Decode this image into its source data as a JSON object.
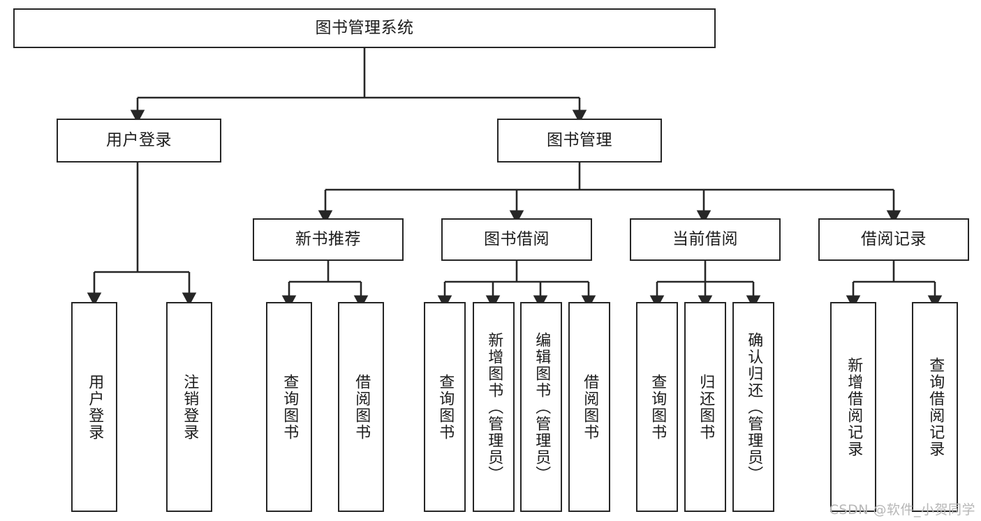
{
  "diagram": {
    "title": "图书管理系统",
    "type": "hierarchy-tree",
    "root": {
      "id": "root",
      "label": "图书管理系统"
    },
    "level2": [
      {
        "id": "user-login",
        "label": "用户登录"
      },
      {
        "id": "book-manage",
        "label": "图书管理"
      }
    ],
    "level3": [
      {
        "id": "new-book-rec",
        "label": "新书推荐",
        "parent": "book-manage"
      },
      {
        "id": "book-borrow",
        "label": "图书借阅",
        "parent": "book-manage"
      },
      {
        "id": "current-borrow",
        "label": "当前借阅",
        "parent": "book-manage"
      },
      {
        "id": "borrow-record",
        "label": "借阅记录",
        "parent": "book-manage"
      }
    ],
    "leaves": {
      "user_login": [
        {
          "id": "leaf-user-login",
          "label": "用户登录"
        },
        {
          "id": "leaf-logout",
          "label": "注销登录"
        }
      ],
      "new_book_rec": [
        {
          "id": "leaf-query-book-1",
          "label": "查询图书"
        },
        {
          "id": "leaf-borrow-book-1",
          "label": "借阅图书"
        }
      ],
      "book_borrow": [
        {
          "id": "leaf-query-book-2",
          "label": "查询图书"
        },
        {
          "id": "leaf-add-book",
          "label": "新增图书（管理员）"
        },
        {
          "id": "leaf-edit-book",
          "label": "编辑图书（管理员）"
        },
        {
          "id": "leaf-borrow-book-2",
          "label": "借阅图书"
        }
      ],
      "current_borrow": [
        {
          "id": "leaf-query-book-3",
          "label": "查询图书"
        },
        {
          "id": "leaf-return-book",
          "label": "归还图书"
        },
        {
          "id": "leaf-confirm-return",
          "label": "确认归还（管理员）"
        }
      ],
      "borrow_record": [
        {
          "id": "leaf-add-record",
          "label": "新增借阅记录"
        },
        {
          "id": "leaf-query-record",
          "label": "查询借阅记录"
        }
      ]
    }
  },
  "watermark": {
    "text": "CSDN @软件_小贺同学"
  },
  "colors": {
    "stroke": "#262626",
    "background": "#ffffff",
    "text": "#1c1c1c",
    "watermark": "#b7b7b7"
  }
}
